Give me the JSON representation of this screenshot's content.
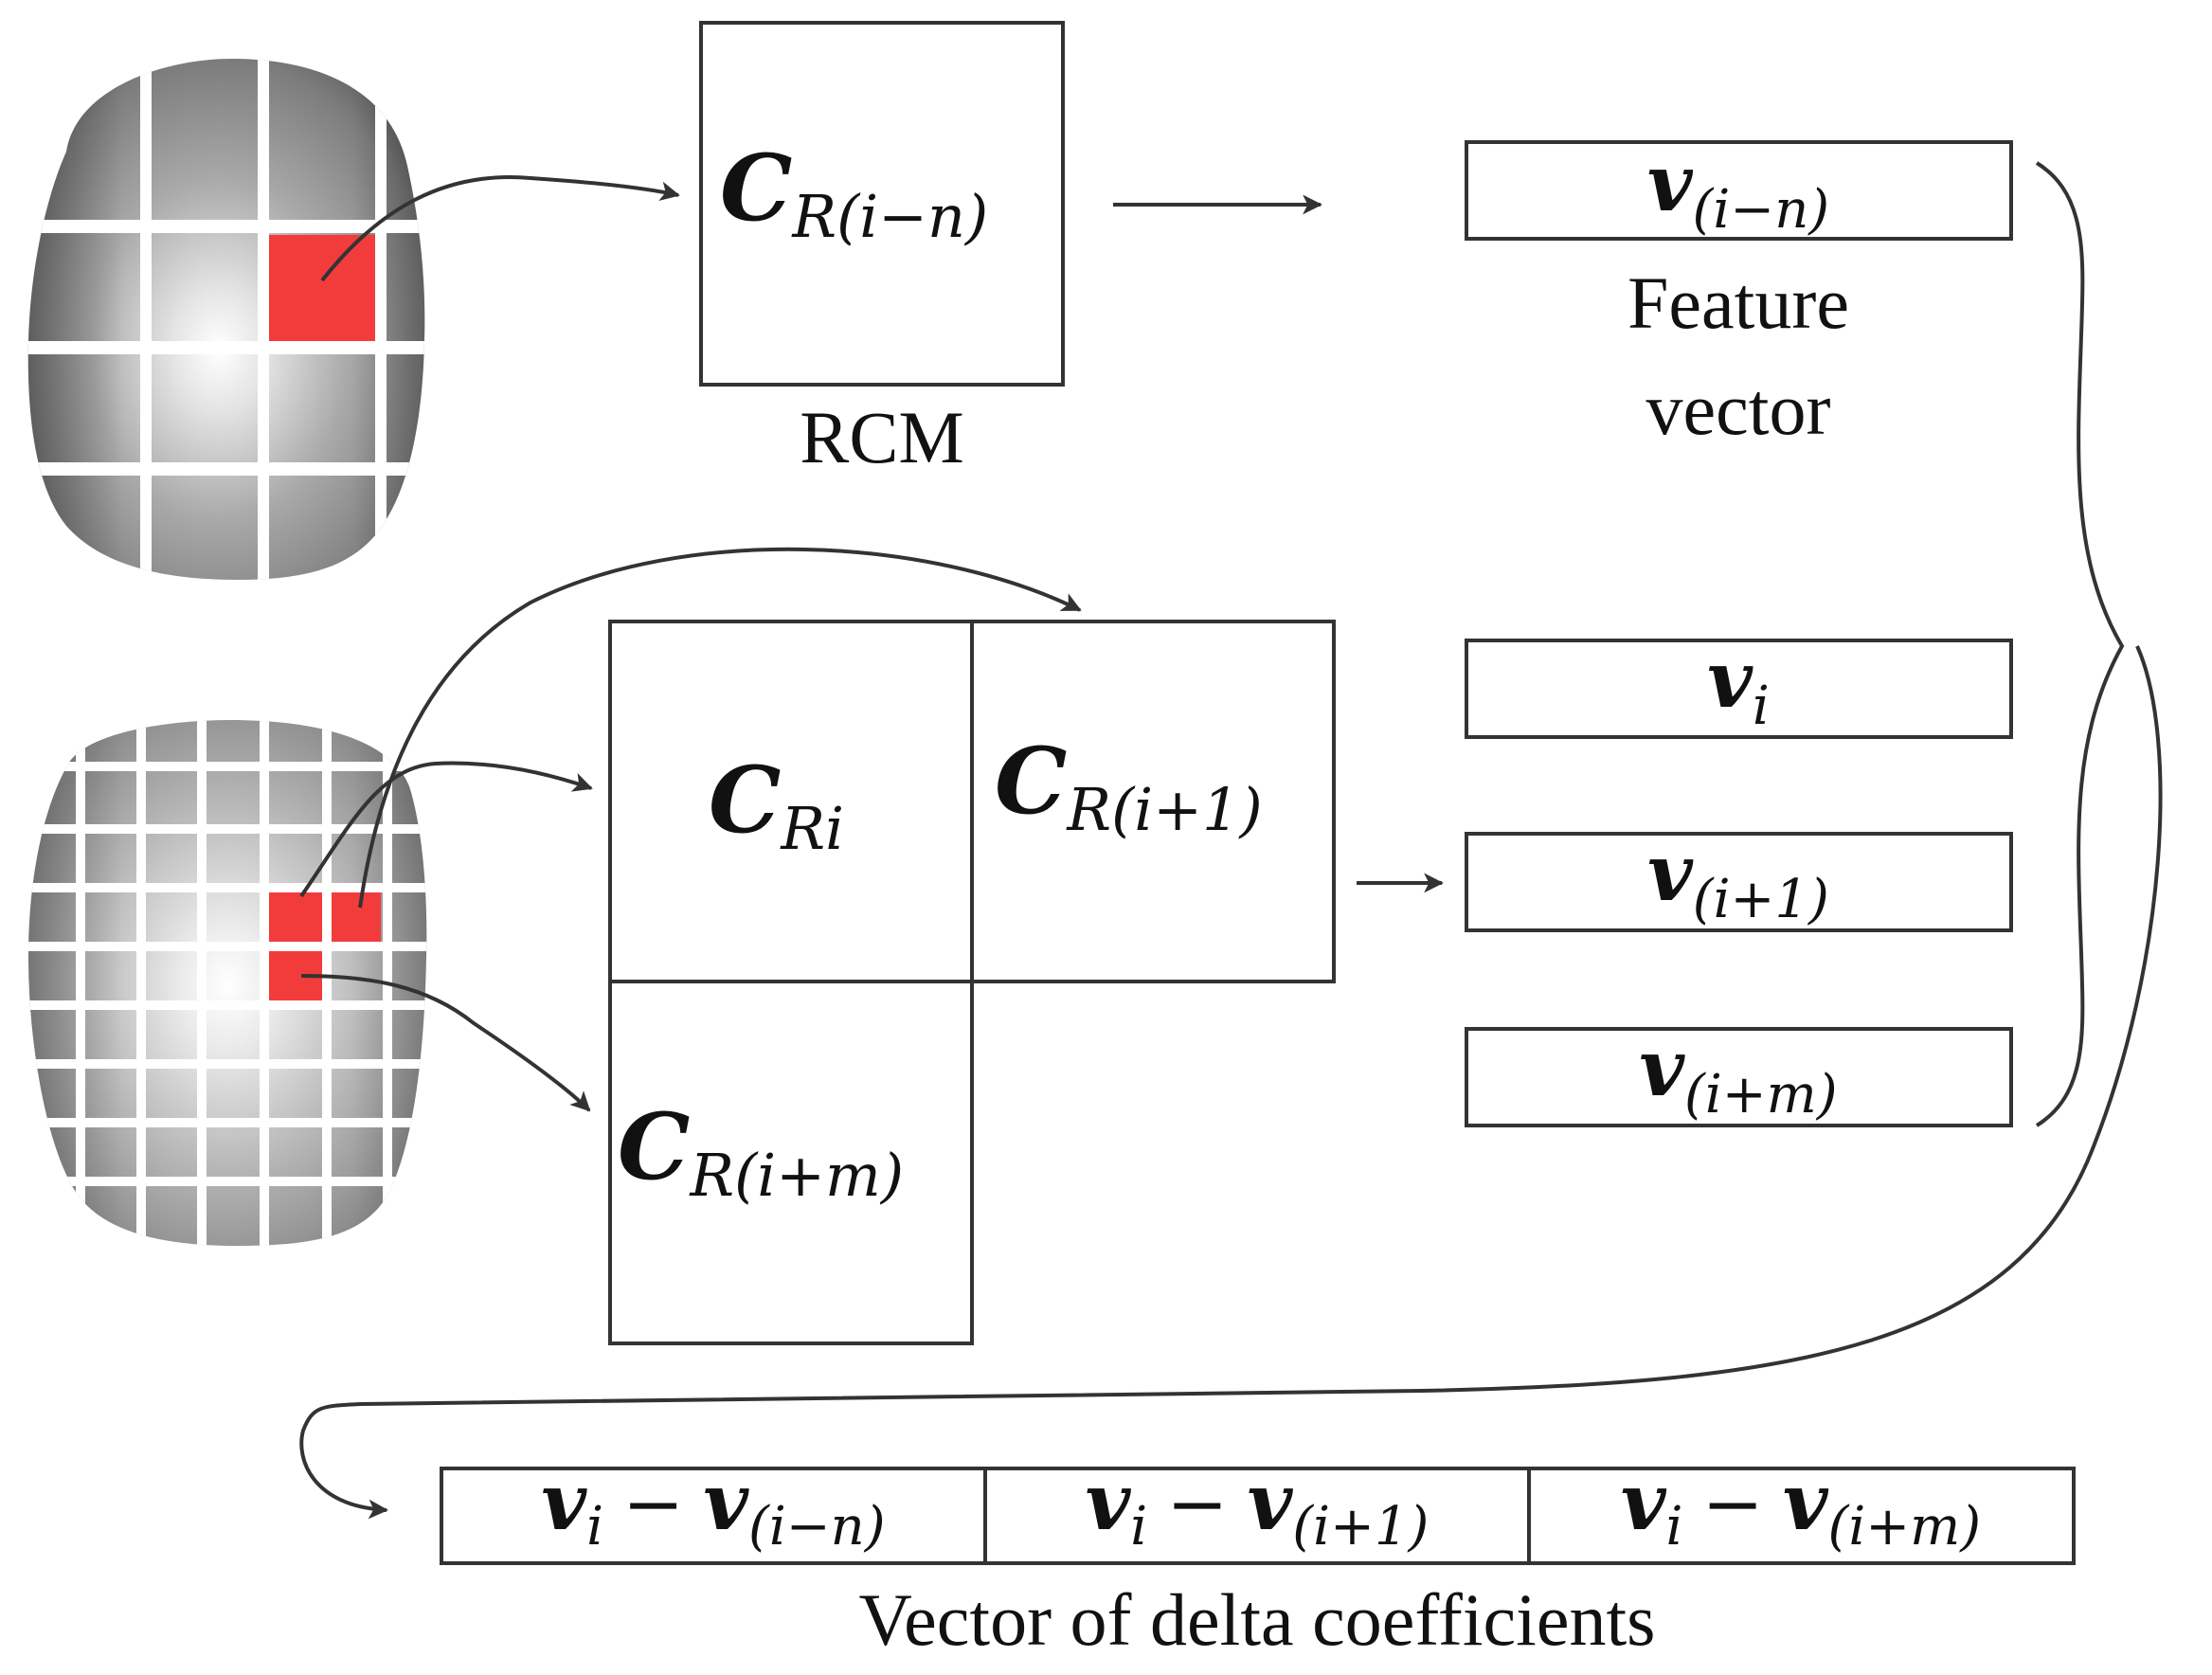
{
  "labels": {
    "rcm": "RCM",
    "feature_vector_line1": "Feature",
    "feature_vector_line2": "vector",
    "delta_caption": "Vector of delta coefficients"
  },
  "symbols": {
    "C": "C",
    "v": "v",
    "minus": "−",
    "sub_R_i_minus_n": "R(i−n)",
    "sub_Ri": "Ri",
    "sub_R_i_plus_1": "R(i+1)",
    "sub_R_i_plus_m": "R(i+m)",
    "sub_i_minus_n": "(i−n)",
    "sub_i": "i",
    "sub_i_plus_1": "(i+1)",
    "sub_i_plus_m": "(i+m)"
  },
  "colors": {
    "highlight": "#f23c3c",
    "stroke": "#333333",
    "grid_line": "#ffffff"
  }
}
